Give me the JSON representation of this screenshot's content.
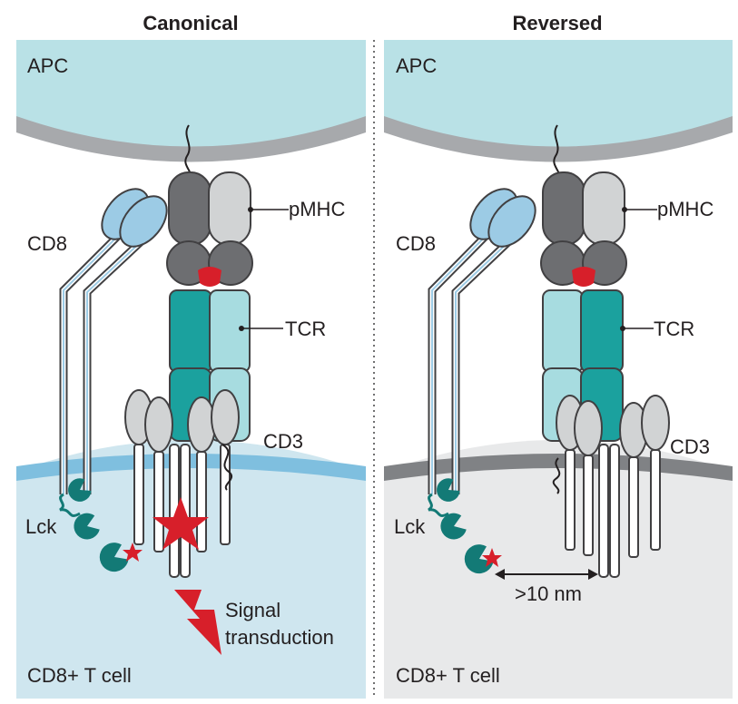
{
  "panels": {
    "canonical": {
      "title": "Canonical",
      "apc": "APC",
      "cd8": "CD8",
      "pmhc": "pMHC",
      "tcr": "TCR",
      "cd3": "CD3",
      "lck": "Lck",
      "signal_line1": "Signal",
      "signal_line2": "transduction",
      "cell": "CD8+ T cell"
    },
    "reversed": {
      "title": "Reversed",
      "apc": "APC",
      "cd8": "CD8",
      "pmhc": "pMHC",
      "tcr": "TCR",
      "cd3": "CD3",
      "lck": "Lck",
      "distance": ">10 nm",
      "cell": "CD8+ T cell"
    }
  },
  "colors": {
    "apc": "#b9e1e6",
    "membrane_grey": "#a7a9ac",
    "tcell_blue": "#cfe6ef",
    "tcell_membrane_blue": "#7fbfdf",
    "tcell_grey": "#e8e9ea",
    "teal": "#1ba19e",
    "teal_light": "#a7dce0",
    "mhc_dark": "#6d6e71",
    "mhc_light": "#d1d3d4",
    "peptide": "#d71f2a",
    "cd8": "#9ccbe5",
    "lck": "#137a76"
  }
}
